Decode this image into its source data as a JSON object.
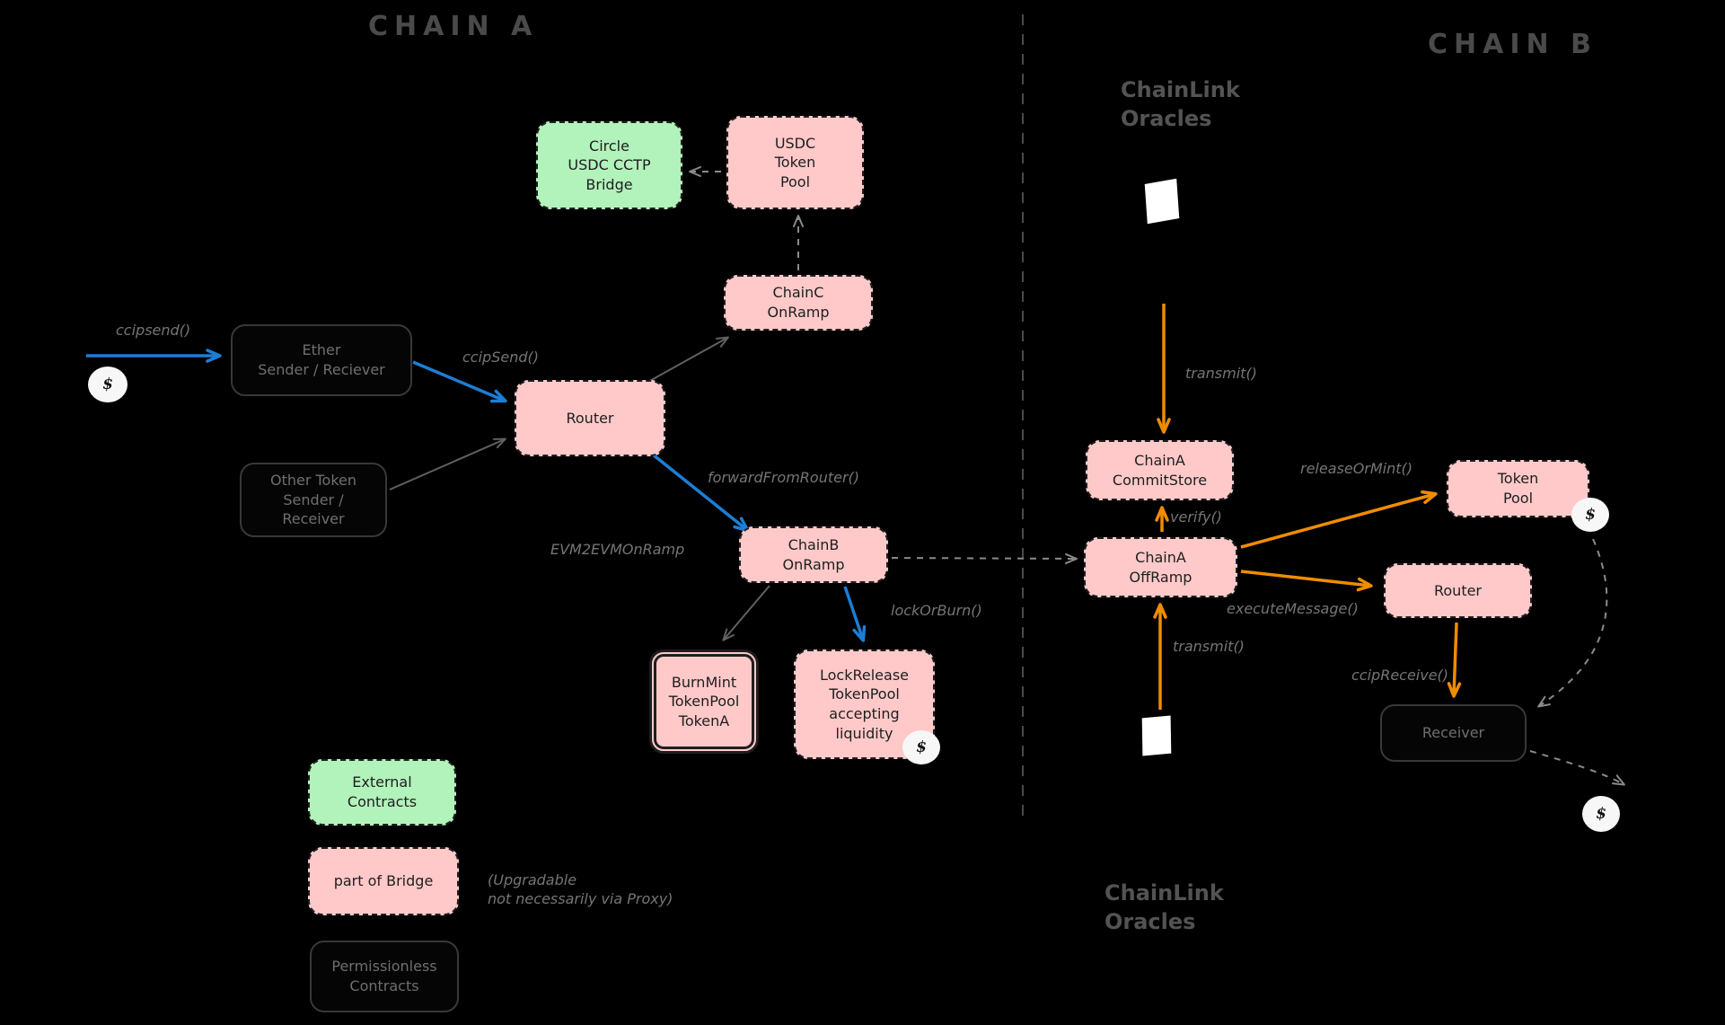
{
  "colors": {
    "background": "#000000",
    "pink_fill": "#ffc9c9",
    "green_fill": "#b2f2bb",
    "blue_arrow": "#1c7ed6",
    "orange_arrow": "#f08c00",
    "gray_label": "#757575"
  },
  "titles": {
    "chain_a": "CHAIN A",
    "chain_b": "CHAIN B",
    "oracles_top": "ChainLink\nOracles",
    "oracles_bottom": "ChainLink\nOracles"
  },
  "nodes": {
    "circle_bridge": "Circle\nUSDC CCTP\nBridge",
    "usdc_token_pool": "USDC\nToken\nPool",
    "chainc_onramp": "ChainC\nOnRamp",
    "ether_sender": "Ether\nSender / Reciever",
    "router_a": "Router",
    "other_token_sender": "Other Token\nSender /\nReceiver",
    "chainb_onramp": "ChainB\nOnRamp",
    "burnmint_tokenpool": "BurnMint\nTokenPool\nTokenA",
    "lockrelease_tokenpool": "LockRelease\nTokenPool\naccepting\nliquidity",
    "chaina_commitstore": "ChainA\nCommitStore",
    "chaina_offramp": "ChainA\nOffRamp",
    "token_pool_b": "Token\nPool",
    "router_b": "Router",
    "receiver": "Receiver"
  },
  "legend": {
    "external_contracts": "External\nContracts",
    "part_of_bridge": "part of Bridge",
    "permissionless_contracts": "Permissionless\nContracts",
    "upgradable_note": "(Upgradable\nnot necessarily via Proxy)"
  },
  "edge_labels": {
    "ccipsend": "ccipsend()",
    "ccip_send": "ccipSend()",
    "forward_from_router": "forwardFromRouter()",
    "evm2evm_onramp": "EVM2EVMOnRamp",
    "lock_or_burn": "lockOrBurn()",
    "transmit_top": "transmit()",
    "verify": "verify()",
    "release_or_mint": "releaseOrMint()",
    "execute_message": "executeMessage()",
    "transmit_bottom": "transmit()",
    "ccip_receive": "ccipReceive()"
  },
  "coin": "$"
}
